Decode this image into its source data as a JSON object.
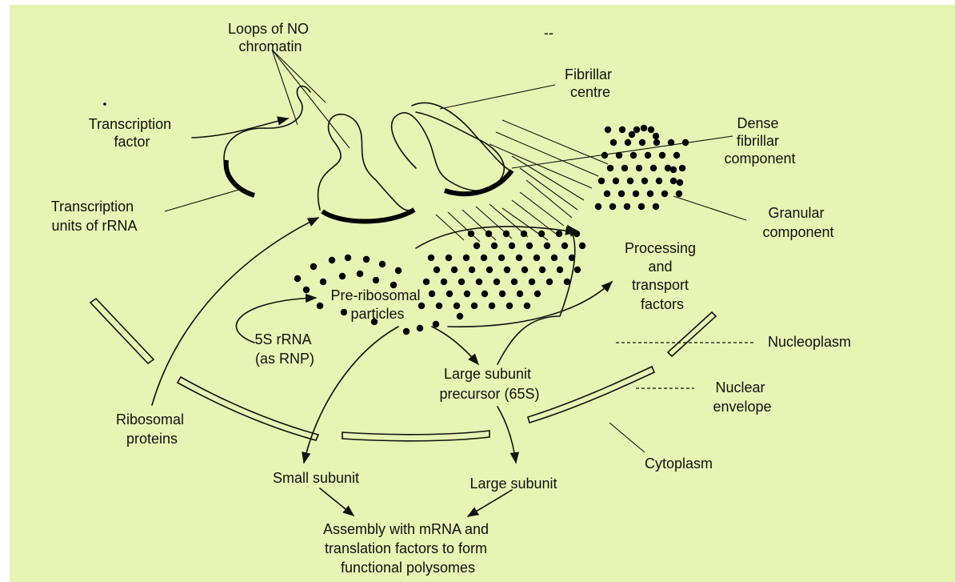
{
  "labels": {
    "loops": [
      "Loops of NO",
      "chromatin"
    ],
    "fibrillar_centre": [
      "Fibrillar",
      "centre"
    ],
    "transcription_factor": [
      "Transcription",
      "factor"
    ],
    "dense_fibrillar": [
      "Dense",
      "fibrillar",
      "component"
    ],
    "transcription_units": [
      "Transcription",
      "units of rRNA"
    ],
    "granular_component": [
      "Granular",
      "component"
    ],
    "processing_factors": [
      "Processing",
      "and",
      "transport",
      "factors"
    ],
    "pre_ribosomal": [
      "Pre-ribosomal",
      "particles"
    ],
    "rrna_5s": [
      "5S rRNA",
      "(as RNP)"
    ],
    "nucleoplasm": [
      "Nucleoplasm"
    ],
    "large_precursor": [
      "Large subunit",
      "precursor (65S)"
    ],
    "nuclear_envelope": [
      "Nuclear",
      "envelope"
    ],
    "ribosomal_proteins": [
      "Ribosomal",
      "proteins"
    ],
    "cytoplasm": [
      "Cytoplasm"
    ],
    "small_subunit": [
      "Small subunit"
    ],
    "large_subunit": [
      "Large subunit"
    ],
    "assembly": [
      "Assembly with mRNA and",
      "translation factors to form",
      "functional polysomes"
    ],
    "stray_mark": [
      "--"
    ]
  },
  "colors": {
    "background": "#e6f4b4",
    "ink": "#111111"
  }
}
